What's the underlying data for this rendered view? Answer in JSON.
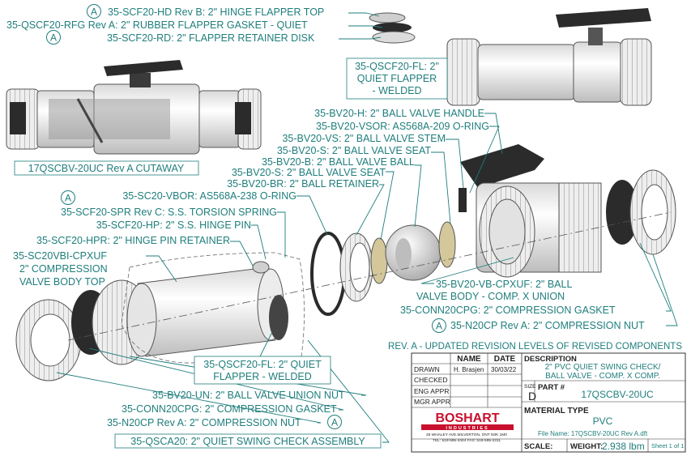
{
  "callouts": {
    "hinge_flapper_top": "35-SCF20-HD Rev B: 2\" HINGE FLAPPER TOP",
    "rubber_gasket": "35-QSCF20-RFG Rev A: 2\" RUBBER FLAPPER GASKET - QUIET",
    "retainer_disk": "35-SCF20-RD: 2\" FLAPPER RETAINER DISK",
    "quiet_flapper_top": [
      "35-QSCF20-FL: 2\"",
      "QUIET FLAPPER",
      "- WELDED"
    ],
    "cutaway": "17QSCBV-20UC Rev A CUTAWAY",
    "bv_handle": "35-BV20-H: 2\" BALL VALVE HANDLE",
    "bv_oring": "35-BV20-VSOR: AS568A-209 O-RING",
    "bv_stem": "35-BV20-VS: 2\" BALL VALVE STEM",
    "bv_seat1": "35-BV20-S: 2\" BALL VALVE SEAT",
    "bv_ball": "35-BV20-B: 2\" BALL VALVE BALL",
    "bv_seat2": "35-BV20-S: 2\" BALL VALVE SEAT",
    "bv_retainer": "35-BV20-BR: 2\" BALL RETAINER",
    "vbor": "35-SC20-VBOR: AS568A-238 O-RING",
    "torsion_spring": "35-SCF20-SPR Rev C: S.S. TORSION SPRING",
    "hinge_pin": "35-SCF20-HP: 2\" S.S. HINGE PIN",
    "hinge_pin_retainer": "35-SCF20-HPR: 2\" HINGE PIN RETAINER",
    "valve_body_top": [
      "35-SC20VBI-CPXUF",
      "2\" COMPRESSION",
      "VALVE BODY TOP"
    ],
    "bv_body": [
      "35-BV20-VB-CPXUF: 2\" BALL",
      "VALVE BODY -  COMP. X UNION"
    ],
    "conn_gasket_right": "35-CONN20CPG: 2\" COMPRESSION GASKET",
    "nut_right": "35-N20CP Rev A: 2\" COMPRESSION NUT",
    "quiet_flapper_bottom": [
      "35-QSCF20-FL: 2\" QUIET",
      "FLAPPER - WELDED"
    ],
    "union_nut": "35-BV20-UN: 2\" BALL VALVE UNION NUT",
    "conn_gasket_left": "35-CONN20CPG: 2\" COMPRESSION GASKET",
    "nut_left": "35-N20CP Rev A: 2\" COMPRESSION NUT",
    "assembly": "35-QSCA20: 2\" QUIET SWING CHECK ASSEMBLY"
  },
  "revision_marker": "A",
  "title_block": {
    "revision_note": "REV. A - UPDATED REVISION LEVELS OF REVISED COMPONENTS",
    "headers": {
      "name": "NAME",
      "date": "DATE",
      "description": "DESCRIPTION"
    },
    "rows": [
      {
        "label": "DRAWN",
        "name": "H. Brasjen",
        "date": "30/03/22"
      },
      {
        "label": "CHECKED",
        "name": "",
        "date": ""
      },
      {
        "label": "ENG APPR",
        "name": "",
        "date": ""
      },
      {
        "label": "MGR APPR",
        "name": "",
        "date": ""
      }
    ],
    "description_lines": [
      "2\" PVC QUIET SWING CHECK/",
      "BALL VALVE - COMP. X COMP."
    ],
    "size_label": "SIZE",
    "size": "D",
    "part_label": "PART #",
    "part_number": "17QSCBV-20UC",
    "material_label": "MATERIAL TYPE",
    "material": "PVC",
    "company": "BOSHART",
    "company_sub": "INDUSTRIES",
    "address": "25 WHALEY AVE.MILVERTON, ONT N0K 1M0",
    "phone": "TEL: 519-595-4444   FAX: 519-595-2311",
    "file_name": "File Name: 17QSCBV-20UC Rev A.dft",
    "scale_label": "SCALE:",
    "weight_label": "WEIGHT:",
    "weight": "2.938 lbm",
    "sheet": "Sheet 1 of 1"
  },
  "colors": {
    "callout": "#1f7e7c",
    "part_fill": "#f2f2f2",
    "dark_part": "#2b2b2b",
    "logo_red": "#c8102e"
  }
}
